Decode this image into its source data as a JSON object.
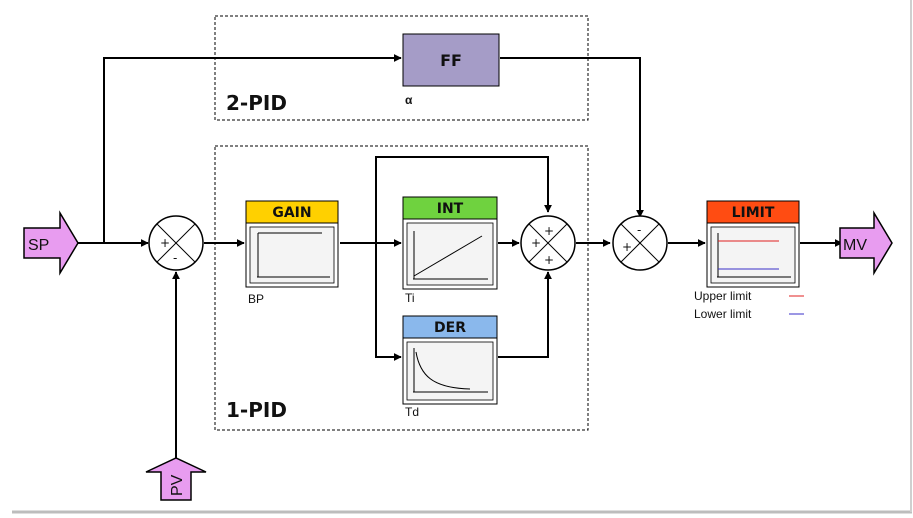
{
  "groups": {
    "two_pid": "2-PID",
    "one_pid": "1-PID"
  },
  "blocks": {
    "ff": "FF",
    "ff_param": "α",
    "gain": "GAIN",
    "gain_param": "BP",
    "int": "INT",
    "int_param": "Ti",
    "der": "DER",
    "der_param": "Td",
    "limit": "LIMIT"
  },
  "signals": {
    "sp": "SP",
    "pv": "PV",
    "mv": "MV"
  },
  "legend": {
    "upper": "Upper limit",
    "lower": "Lower limit",
    "upper_color": "#e02020",
    "lower_color": "#3a2fc8"
  },
  "colors": {
    "ff_fill": "#a59cc7",
    "gain_header": "#ffd000",
    "int_header": "#6fd23f",
    "der_header": "#8ab8ec",
    "limit_header": "#ff4c12",
    "arrow_fill": "#e89cf0"
  }
}
